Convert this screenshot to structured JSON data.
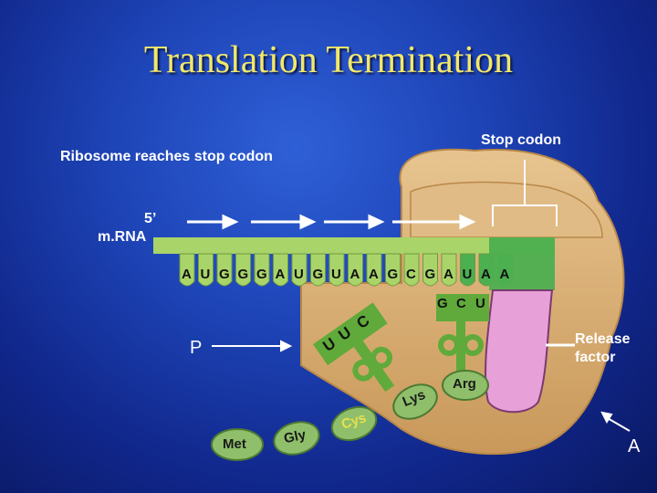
{
  "title": "Translation Termination",
  "labels": {
    "ribosome_reaches": "Ribosome reaches stop codon",
    "stop_codon": "Stop codon",
    "five_prime": "5’",
    "mrna": "m.RNA",
    "p_site": "P",
    "a_site": "A",
    "release_factor": "Release factor"
  },
  "mrna_sequence": [
    "A",
    "U",
    "G",
    "G",
    "G",
    "A",
    "U",
    "G",
    "U",
    "A",
    "A",
    "G",
    "C",
    "G",
    "A",
    "U",
    "A",
    "A"
  ],
  "anticodon_p": [
    "U",
    "U",
    "C"
  ],
  "anticodon_a": [
    "G",
    "C",
    "U"
  ],
  "amino_acids": [
    "Met",
    "Gly",
    "Cys",
    "Lys",
    "Arg"
  ],
  "colors": {
    "title": "#f2e86a",
    "ribosome": "#d9b07a",
    "mrna": "#a9d46a",
    "stop_region": "#4caf50",
    "trna": "#5faa3a",
    "release_factor": "#e8a0d8",
    "peptide": "#8fbf6a"
  }
}
